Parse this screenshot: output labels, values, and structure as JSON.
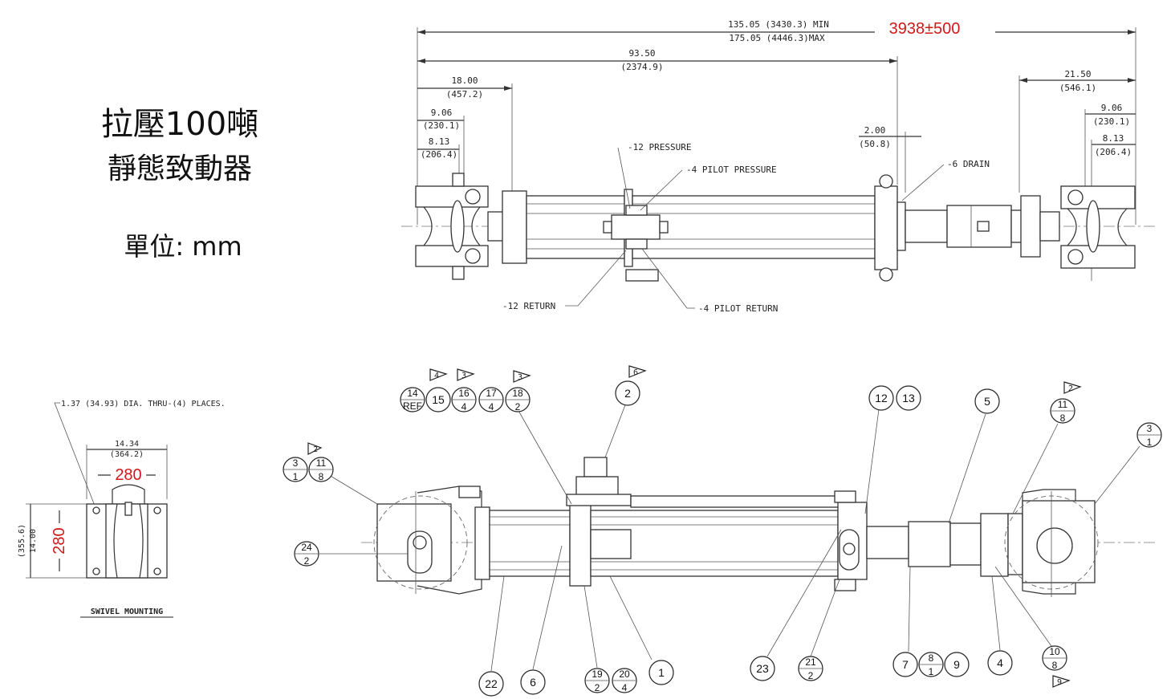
{
  "title": {
    "line1": "拉壓100噸",
    "line2": "靜態致動器",
    "unit": "單位: mm"
  },
  "top_view": {
    "overall_min": "135.05 (3430.3) MIN",
    "overall_max": "175.05 (4446.3)MAX",
    "overall_red": "3938±500",
    "body_len": "93.50",
    "body_len_mm": "(2374.9)",
    "left_18": "18.00",
    "left_18_mm": "(457.2)",
    "left_906": "9.06",
    "left_906_mm": "(230.1)",
    "left_813": "8.13",
    "left_813_mm": "(206.4)",
    "gap_200": "2.00",
    "gap_200_mm": "(50.8)",
    "right_2150": "21.50",
    "right_2150_mm": "(546.1)",
    "right_906": "9.06",
    "right_906_mm": "(230.1)",
    "right_813": "8.13",
    "right_813_mm": "(206.4)",
    "lbl_pressure": "-12 PRESSURE",
    "lbl_pilot_pressure": "-4 PILOT PRESSURE",
    "lbl_drain": "-6 DRAIN",
    "lbl_return": "-12 RETURN",
    "lbl_pilot_return": "-4 PILOT RETURN"
  },
  "swivel": {
    "holes": "1.37 (34.93) DIA. THRU-(4) PLACES.",
    "width": "14.34",
    "width_mm": "(364.2)",
    "width_red": "280",
    "height": "14.00",
    "height_mm": "(355.6)",
    "height_red": "280",
    "caption": "SWIVEL MOUNTING"
  },
  "balloons": {
    "b2": "2",
    "b3a": "3",
    "b3b": "1",
    "b11a": "11",
    "b11b": "8",
    "b24a": "24",
    "b24b": "2",
    "b14a": "14",
    "b14b": "REF",
    "b15": "15",
    "b16a": "16",
    "b16b": "4",
    "b17a": "17",
    "b17b": "4",
    "b18a": "18",
    "b18b": "2",
    "b12": "12",
    "b13": "13",
    "b5": "5",
    "b11ra": "11",
    "b11rb": "8",
    "b3ra": "3",
    "b3rb": "1",
    "b22": "22",
    "b6": "6",
    "b19a": "19",
    "b19b": "2",
    "b20a": "20",
    "b20b": "4",
    "b1": "1",
    "b23": "23",
    "b21a": "21",
    "b21b": "2",
    "b7": "7",
    "b8a": "8",
    "b8b": "1",
    "b9": "9",
    "b4": "4",
    "b10a": "10",
    "b10b": "8",
    "flag4": "4",
    "flag3a": "3",
    "flag3b": "3",
    "flag6": "6",
    "flag2a": "2",
    "flag2b": "2",
    "flag9": "9"
  }
}
